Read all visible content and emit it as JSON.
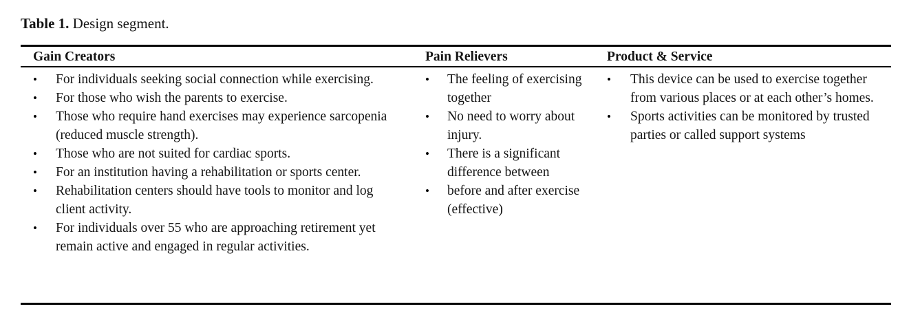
{
  "caption": {
    "label": "Table 1.",
    "text": " Design segment."
  },
  "table": {
    "columns": [
      {
        "header": "Gain Creators",
        "items": [
          "For individuals seeking social connection while exercising.",
          "For those who wish the parents to exercise.",
          "Those who require hand exercises may experience sarcopenia (reduced muscle strength).",
          "Those who are not suited for cardiac sports.",
          "For an institution having a rehabilitation or sports center.",
          "Rehabilitation centers should have tools to monitor and log client activity.",
          "For individuals over 55 who are approaching retirement yet remain active and engaged in regular activities."
        ]
      },
      {
        "header": "Pain Relievers",
        "items": [
          "The feeling of exercising together",
          "No need to worry about injury.",
          "There is a significant difference between",
          "before and after exercise (effective)"
        ]
      },
      {
        "header": "Product & Service",
        "items": [
          "This device can be used to exercise together from various places or at each other’s homes.",
          "Sports activities can be monitored by trusted parties or called support systems"
        ]
      }
    ],
    "bullet_glyph": "•"
  }
}
